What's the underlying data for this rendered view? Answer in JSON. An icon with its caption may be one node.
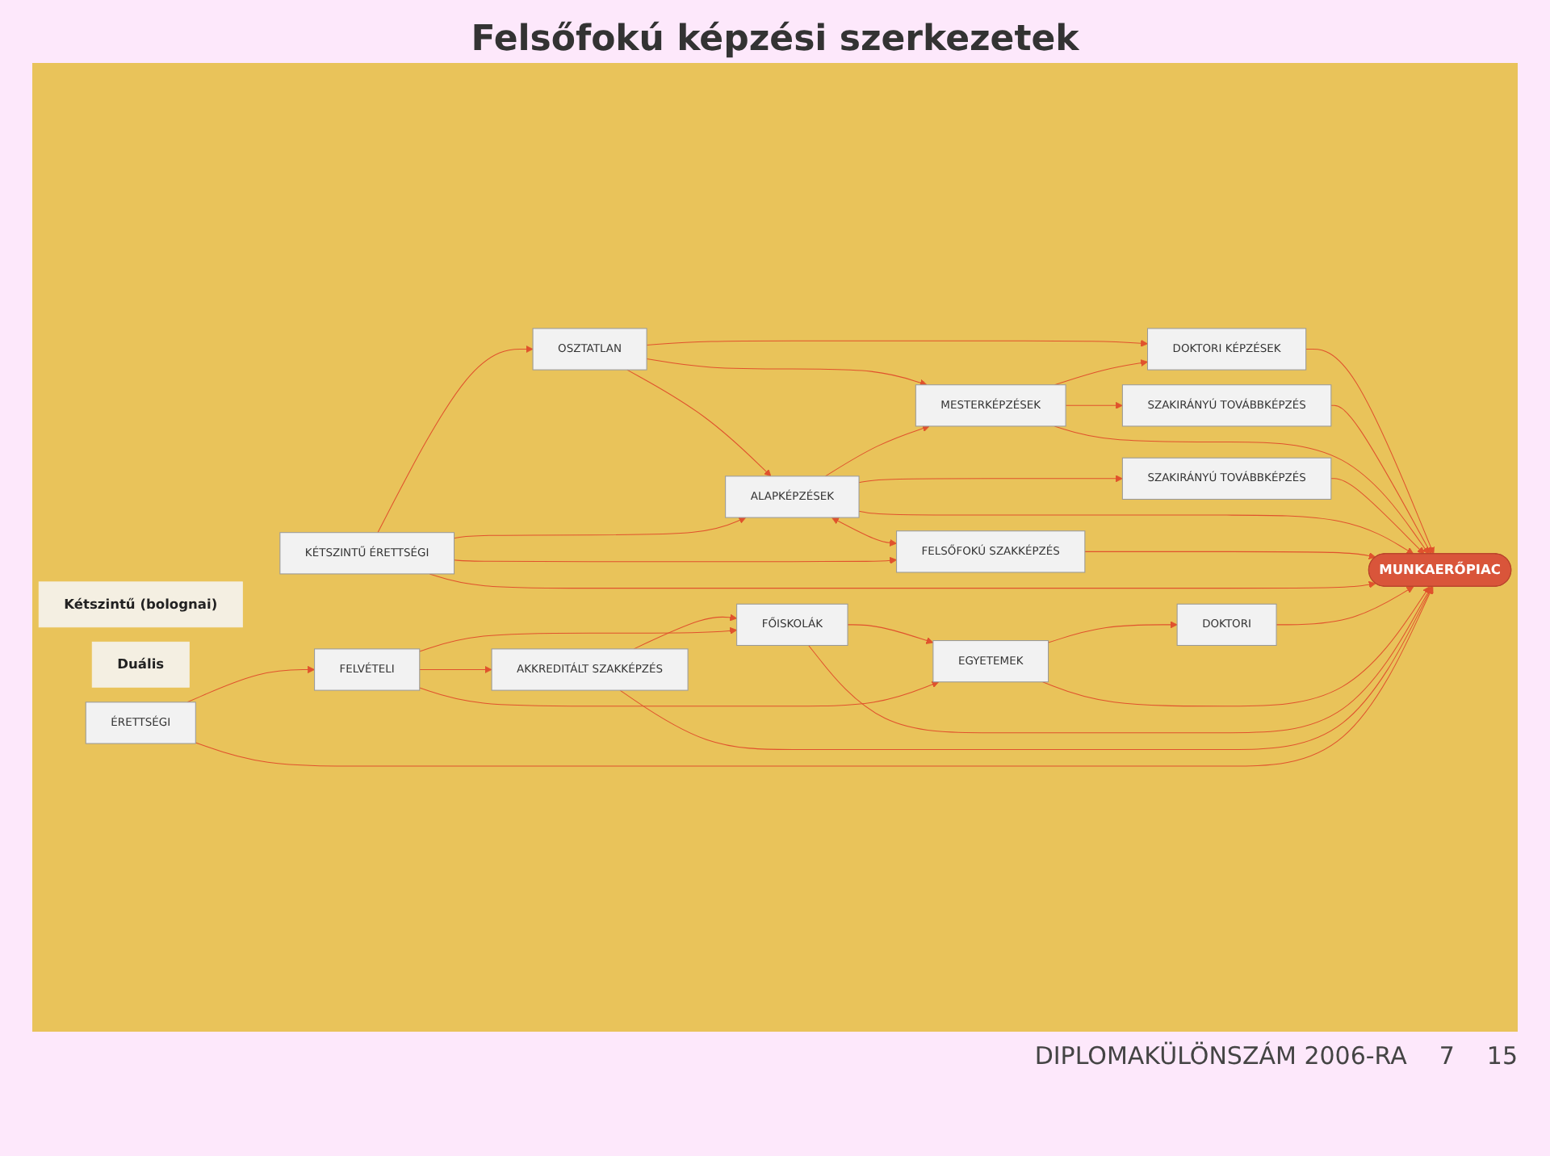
{
  "diagram": {
    "title": "Felsőfokú képzési szerkezetek",
    "nodes": [
      {
        "text": [
          "Kétszintű (bolognai)"
        ]
      },
      {
        "text": [
          "Duális"
        ]
      },
      {
        "text": [
          "DOKTORI KÉPZÉSEK"
        ]
      },
      {
        "text": [
          "SZAKIRÁNYÚ TOVÁBBKÉPZÉS"
        ]
      },
      {
        "text": [
          "OSZTATLAN"
        ]
      },
      {
        "text": [
          "MESTERKÉPZÉSEK"
        ]
      },
      {
        "text": [
          "SZAKIRÁNYÚ TOVÁBBKÉPZÉS"
        ]
      },
      {
        "text": [
          "ALAPKÉPZÉSEK"
        ]
      },
      {
        "text": [
          "FELSŐFOKÚ SZAKKÉPZÉS"
        ]
      },
      {
        "text": [
          "KÉTSZINTŰ ÉRETTSÉGI"
        ]
      },
      {
        "text": [
          "MUNKAERŐPIAC"
        ]
      },
      {
        "text": [
          "DOKTORI"
        ]
      },
      {
        "text": [
          "EGYETEMEK"
        ]
      },
      {
        "text": [
          "FŐISKOLÁK"
        ]
      },
      {
        "text": [
          "AKKREDITÁLT SZAKKÉPZÉS"
        ]
      },
      {
        "text": [
          "FELVÉTELI"
        ]
      },
      {
        "text": [
          "ÉRETTSÉGI"
        ]
      }
    ],
    "edges": [
      {
        "from": 4,
        "to": 2,
        "arrow": "to"
      },
      {
        "from": 5,
        "to": 2,
        "arrow": "to"
      },
      {
        "from": 5,
        "to": 3,
        "arrow": "to"
      },
      {
        "from": 4,
        "to": 5,
        "arrow": "to"
      },
      {
        "from": 7,
        "to": 5,
        "arrow": "to"
      },
      {
        "from": 7,
        "to": 6,
        "arrow": "to"
      },
      {
        "from": 4,
        "to": 7,
        "arrow": "to"
      },
      {
        "from": 9,
        "to": 7,
        "arrow": "to"
      },
      {
        "from": 7,
        "to": 8,
        "arrow": "both"
      },
      {
        "from": 9,
        "to": 8,
        "arrow": "to"
      },
      {
        "from": 9,
        "to": 4,
        "arrow": "to"
      },
      {
        "from": 2,
        "to": 10,
        "arrow": "to"
      },
      {
        "from": 3,
        "to": 10,
        "arrow": "to"
      },
      {
        "from": 5,
        "to": 10,
        "arrow": "to"
      },
      {
        "from": 6,
        "to": 10,
        "arrow": "to"
      },
      {
        "from": 7,
        "to": 10,
        "arrow": "to"
      },
      {
        "from": 8,
        "to": 10,
        "arrow": "to"
      },
      {
        "from": 9,
        "to": 10,
        "arrow": "to"
      },
      {
        "from": 11,
        "to": 10,
        "arrow": "to"
      },
      {
        "from": 12,
        "to": 10,
        "arrow": "to"
      },
      {
        "from": 13,
        "to": 10,
        "arrow": "to"
      },
      {
        "from": 14,
        "to": 10,
        "arrow": "to"
      },
      {
        "from": 16,
        "to": 10,
        "arrow": "to"
      },
      {
        "from": 12,
        "to": 11,
        "arrow": "to"
      },
      {
        "from": 13,
        "to": 12,
        "arrow": "to"
      },
      {
        "from": 14,
        "to": 13,
        "arrow": "to"
      },
      {
        "from": 15,
        "to": 14,
        "arrow": "to"
      },
      {
        "from": 16,
        "to": 15,
        "arrow": "to"
      },
      {
        "from": 15,
        "to": 13,
        "arrow": "to"
      },
      {
        "from": 15,
        "to": 12,
        "arrow": "to"
      }
    ],
    "labels": [
      "DIPLOMAKÜLÖNSZÁM 2006-RA",
      "7",
      "15"
    ]
  }
}
